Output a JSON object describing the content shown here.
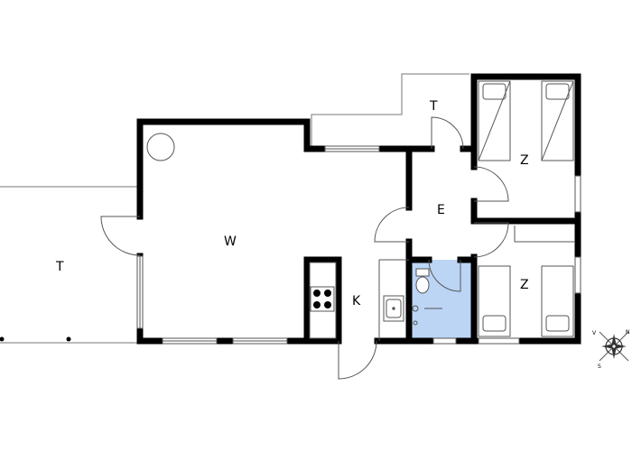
{
  "rooms": [
    {
      "id": "terrace-west",
      "label": "T"
    },
    {
      "id": "living",
      "label": "W"
    },
    {
      "id": "kitchen",
      "label": "K"
    },
    {
      "id": "entrance",
      "label": "E"
    },
    {
      "id": "terrace-north",
      "label": "T"
    },
    {
      "id": "bedroom-1",
      "label": "Z"
    },
    {
      "id": "bedroom-2",
      "label": "Z"
    }
  ],
  "compass": {
    "n": "N",
    "s": "S",
    "v": "V"
  },
  "colors": {
    "wall": "#000000",
    "bathroom": "#bcd5f5",
    "line": "#555555"
  }
}
